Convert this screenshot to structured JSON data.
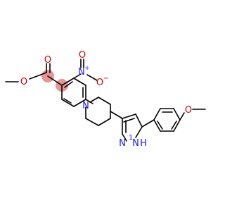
{
  "colors": {
    "background": "#ffffff",
    "bond": "#000000",
    "oxygen": "#cc0000",
    "nitrogen": "#1a1aff",
    "highlight": "#e58a8a"
  },
  "atoms": {
    "ester_carbonyl_o": "O",
    "ester_o": "O",
    "nitro_n": "N",
    "nitro_plus": "+",
    "nitro_o_top": "O",
    "nitro_o_right": "O",
    "nitro_minus": "−",
    "piperidine_n": "N",
    "pyrazole_n": "N",
    "pyrazole_nh_n": "N",
    "pyrazole_nh_h": "H",
    "pyrazole_nh_number": "1",
    "methoxy_o": "O"
  }
}
